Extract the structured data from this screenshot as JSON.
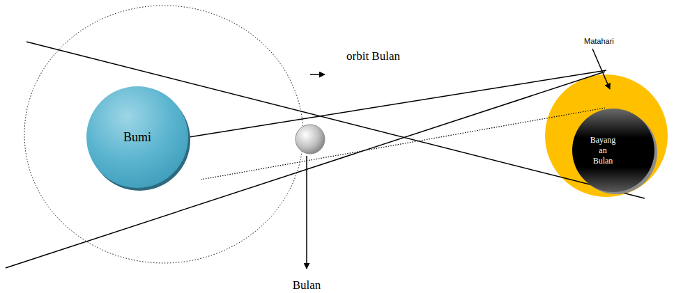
{
  "diagram": {
    "nodes": [
      {
        "text": [
          "Bumi"
        ]
      },
      {
        "text": [
          "Bayang an Bulan"
        ]
      }
    ],
    "labels": [
      "orbit Bulan",
      "Matahari",
      "Bulan"
    ]
  }
}
